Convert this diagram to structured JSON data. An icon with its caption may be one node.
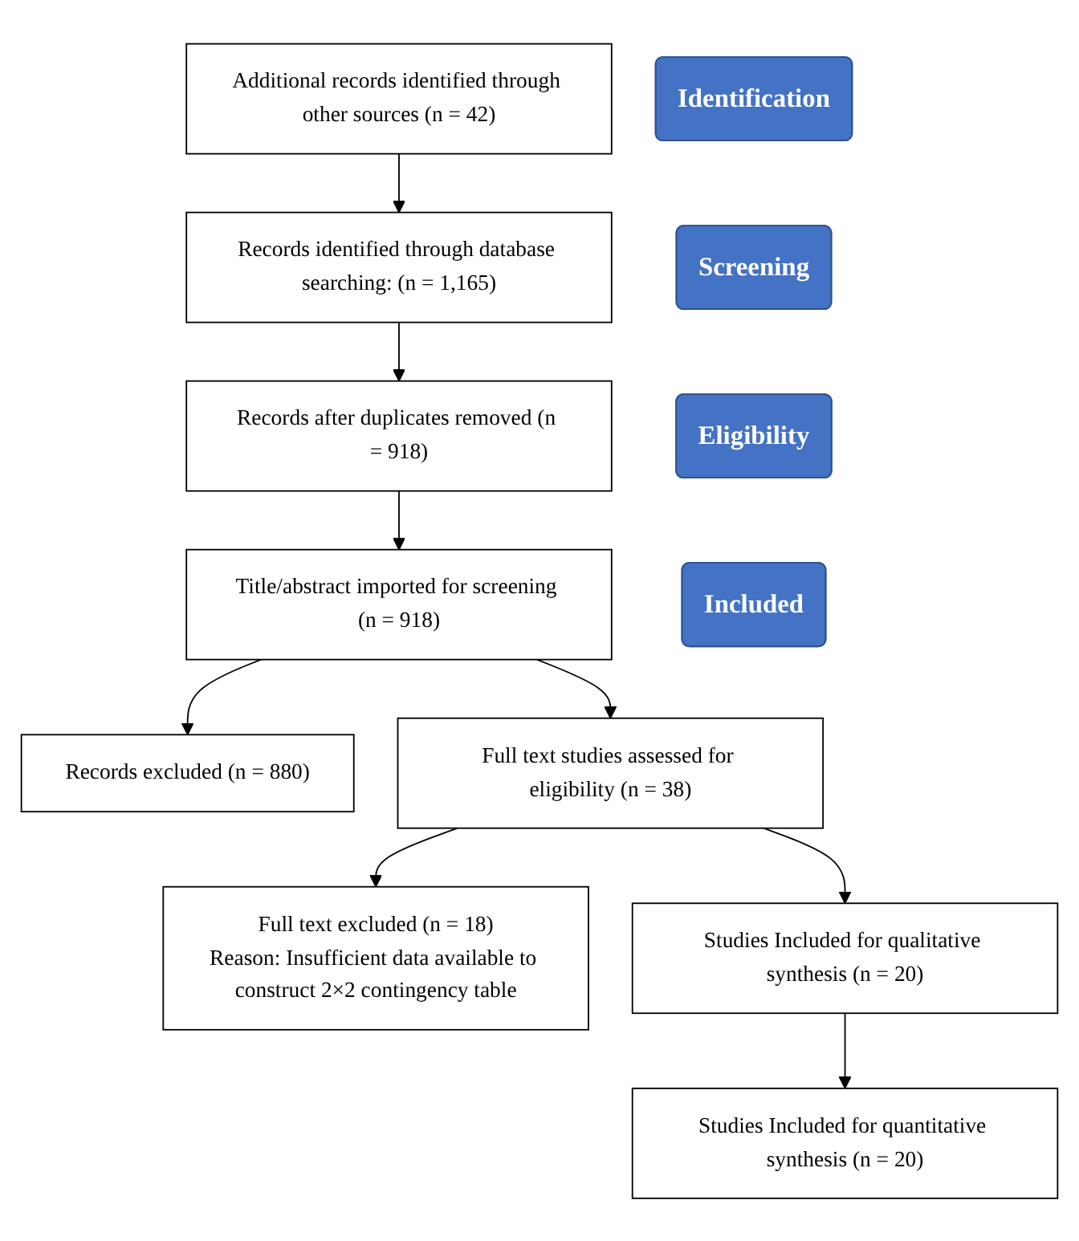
{
  "diagram": {
    "nodes": [
      {
        "text": [
          "Identification"
        ]
      },
      {
        "text": [
          "Records identified through database searching: (n = 1,165)"
        ]
      },
      {
        "text": [
          "Additional records identified through other sources (n = 42)"
        ]
      },
      {
        "text": [
          "Screening"
        ]
      },
      {
        "text": [
          "Records after duplicates removed (n = 918)"
        ]
      },
      {
        "text": [
          "Title/abstract imported for screening (n = 918)"
        ]
      },
      {
        "text": [
          "Records excluded (n = 880)"
        ]
      },
      {
        "text": [
          "Eligibility"
        ]
      },
      {
        "text": [
          "Full text studies assessed for eligibility (n = 38)"
        ]
      },
      {
        "text": [
          "Full text excluded (n = 18)",
          "Reason: Insufficient data available to construct 2×2 contingency table"
        ]
      },
      {
        "text": [
          "Included"
        ]
      },
      {
        "text": [
          "Studies Included for qualitative synthesis (n = 20)"
        ]
      },
      {
        "text": [
          "Studies Included for quantitative synthesis (n = 20)"
        ]
      }
    ],
    "edges": [
      {
        "from": 2,
        "to": 1,
        "arrow": "to"
      },
      {
        "from": 1,
        "to": 4,
        "arrow": "to"
      },
      {
        "from": 4,
        "to": 5,
        "arrow": "to"
      },
      {
        "from": 5,
        "to": 6,
        "arrow": "to"
      },
      {
        "from": 5,
        "to": 8,
        "arrow": "to"
      },
      {
        "from": 8,
        "to": 9,
        "arrow": "to"
      },
      {
        "from": 8,
        "to": 11,
        "arrow": "to"
      },
      {
        "from": 11,
        "to": 12,
        "arrow": "to"
      }
    ]
  }
}
